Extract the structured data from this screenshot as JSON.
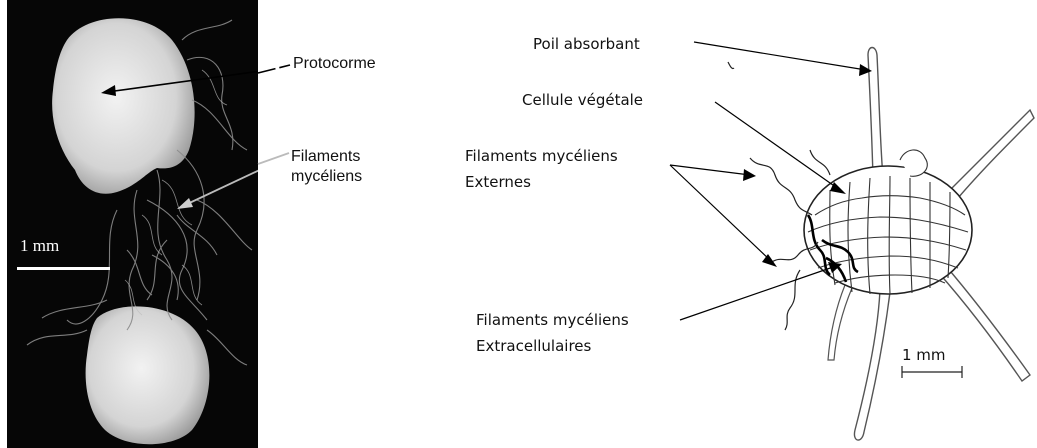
{
  "photo": {
    "scale_label": "1 mm",
    "labels": {
      "protocorme": "Protocorme",
      "filaments_line1": "Filaments",
      "filaments_line2": "mycéliens"
    }
  },
  "drawing": {
    "labels": {
      "poil": "Poil absorbant",
      "cellule": "Cellule végétale",
      "externes_line1": "Filaments mycéliens",
      "externes_line2": "Externes",
      "extra_line1": "Filaments mycéliens",
      "extra_line2": "Extracellulaires"
    },
    "scale_label": "1 mm"
  }
}
